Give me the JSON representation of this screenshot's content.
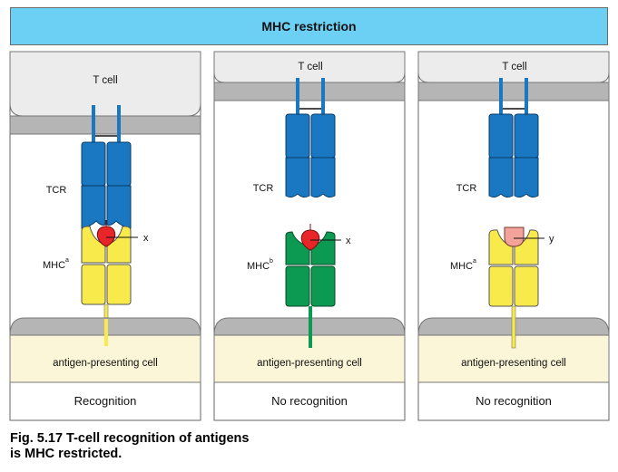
{
  "header": {
    "title": "MHC restriction"
  },
  "panels": [
    {
      "top_label": "T cell",
      "tcr_label": "TCR",
      "mhc_label": "MHC",
      "mhc_superscript": "a",
      "antigen_label": "x",
      "apc_label": "antigen-presenting cell",
      "result": "Recognition",
      "colors": {
        "tcr": "#1a78c2",
        "mhc": "#f7ea4a",
        "antigen": "#e8262a"
      }
    },
    {
      "top_label": "T cell",
      "tcr_label": "TCR",
      "mhc_label": "MHC",
      "mhc_superscript": "b",
      "antigen_label": "x",
      "apc_label": "antigen-presenting cell",
      "result": "No recognition",
      "colors": {
        "tcr": "#1a78c2",
        "mhc": "#0c9a52",
        "antigen": "#e8262a"
      }
    },
    {
      "top_label": "T cell",
      "tcr_label": "TCR",
      "mhc_label": "MHC",
      "mhc_superscript": "a",
      "antigen_label": "y",
      "apc_label": "antigen-presenting cell",
      "result": "No recognition",
      "colors": {
        "tcr": "#1a78c2",
        "mhc": "#f7ea4a",
        "antigen": "#f4a39a"
      }
    }
  ],
  "caption": {
    "line1": "Fig. 5.17 T-cell recognition of antigens",
    "line2": "is MHC restricted."
  }
}
